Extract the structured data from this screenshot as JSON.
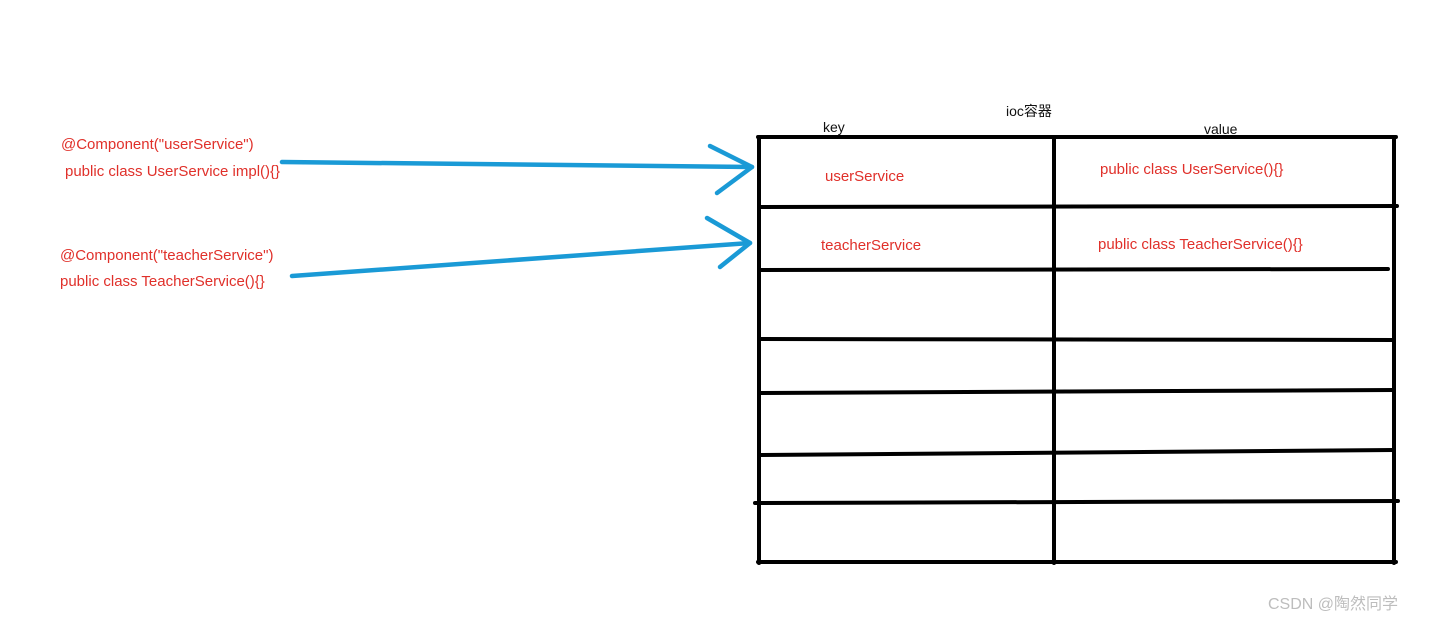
{
  "header": {
    "container_title": "ioc容器",
    "key_header": "key",
    "value_header": "value"
  },
  "components": [
    {
      "annotation": "@Component(\"userService\")",
      "declaration": "public class UserService impl(){}"
    },
    {
      "annotation": "@Component(\"teacherService\")",
      "declaration": "public class TeacherService(){}"
    }
  ],
  "table": {
    "rows": [
      {
        "key": "userService",
        "value": "public class UserService(){}"
      },
      {
        "key": "teacherService",
        "value": "public class TeacherService(){}"
      },
      {
        "key": "",
        "value": ""
      },
      {
        "key": "",
        "value": ""
      },
      {
        "key": "",
        "value": ""
      },
      {
        "key": "",
        "value": ""
      },
      {
        "key": "",
        "value": ""
      }
    ]
  },
  "watermark": "CSDN @陶然同学",
  "colors": {
    "arrow": "#1a9ad6",
    "code_text": "#e0302a",
    "line": "#000000"
  }
}
